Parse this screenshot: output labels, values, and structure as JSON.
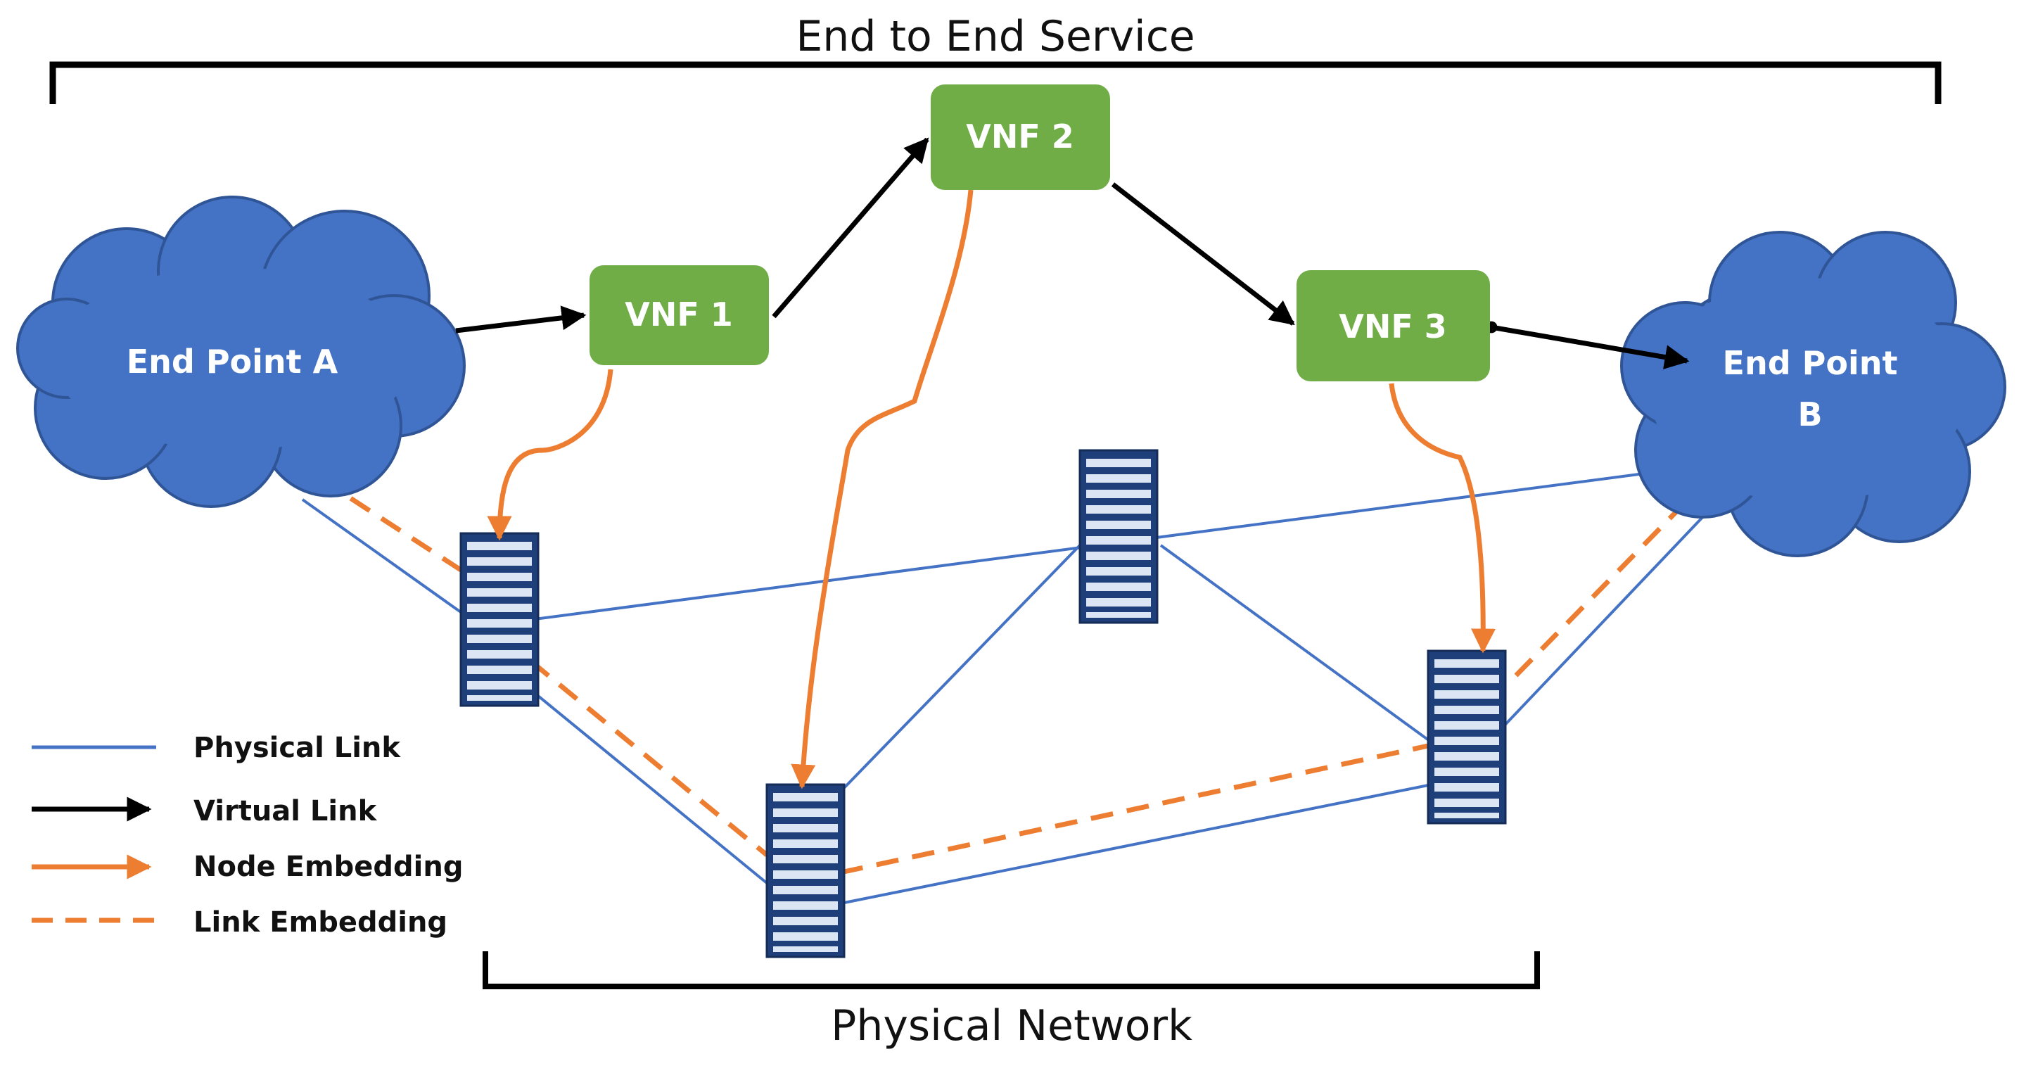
{
  "captions": {
    "top": "End to End Service",
    "bottom": "Physical Network"
  },
  "endpoints": {
    "a": {
      "label": "End Point A"
    },
    "b": {
      "line1": "End Point",
      "line2": "B"
    }
  },
  "vnfs": [
    {
      "id": "vnf1",
      "label": "VNF 1"
    },
    {
      "id": "vnf2",
      "label": "VNF 2"
    },
    {
      "id": "vnf3",
      "label": "VNF 3"
    }
  ],
  "legend": [
    {
      "key": "physical",
      "label": "Physical Link"
    },
    {
      "key": "virtual",
      "label": "Virtual Link"
    },
    {
      "key": "node_embedding",
      "label": "Node Embedding"
    },
    {
      "key": "link_embedding",
      "label": "Link Embedding"
    }
  ],
  "colors": {
    "cloud": "#4472c4",
    "cloud_edge": "#2f5597",
    "vnf": "#70ad47",
    "physical_link": "#4472c4",
    "virtual_link": "#000000",
    "embedding": "#ed7d31",
    "server_body": "#1f3f7a",
    "server_slot": "#dbe5f4"
  },
  "icons": {
    "server": "server-rack-icon",
    "cloud": "cloud-icon"
  }
}
